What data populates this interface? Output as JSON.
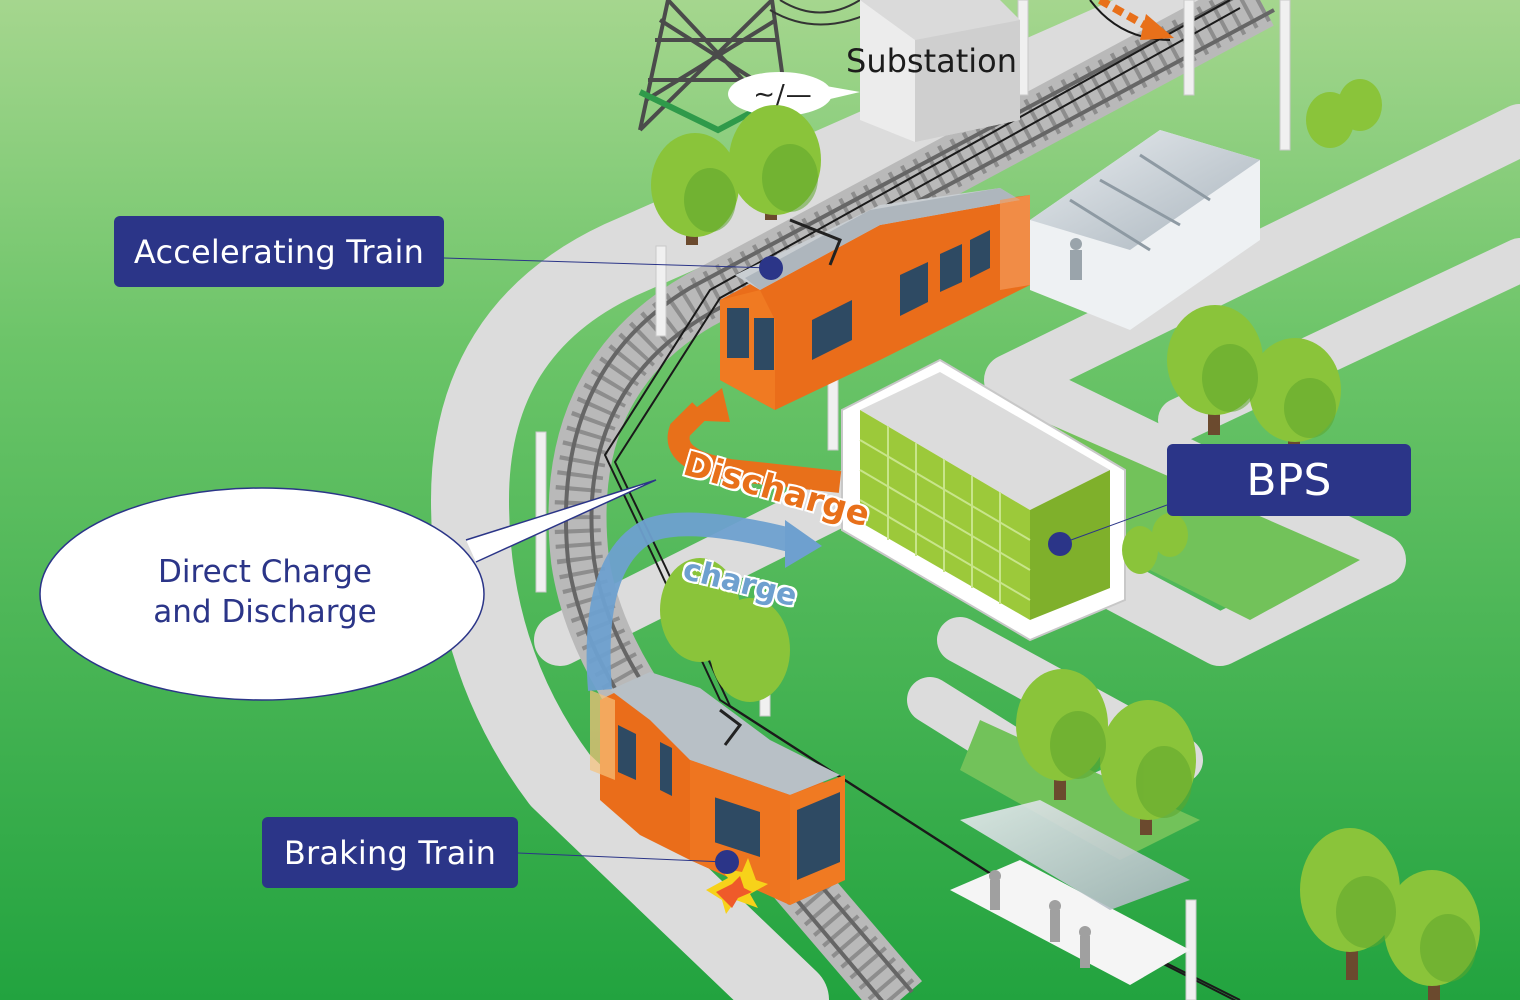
{
  "labels": {
    "accelerating_train": "Accelerating Train",
    "braking_train": "Braking Train",
    "bps": "BPS",
    "substation": "Substation",
    "ac_dc_symbol": "∼/—",
    "direct_charge_line1": "Direct Charge",
    "direct_charge_line2": "and Discharge",
    "discharge": "Discharge",
    "charge": "charge"
  },
  "colors": {
    "label_bg": "#2b3588",
    "train_orange": "#ea6d1a",
    "discharge_arrow": "#e8701a",
    "charge_arrow": "#6ea0cf",
    "grass_top": "#a3d58c",
    "grass_bottom": "#22a33f",
    "battery_green": "#9cc93a"
  }
}
